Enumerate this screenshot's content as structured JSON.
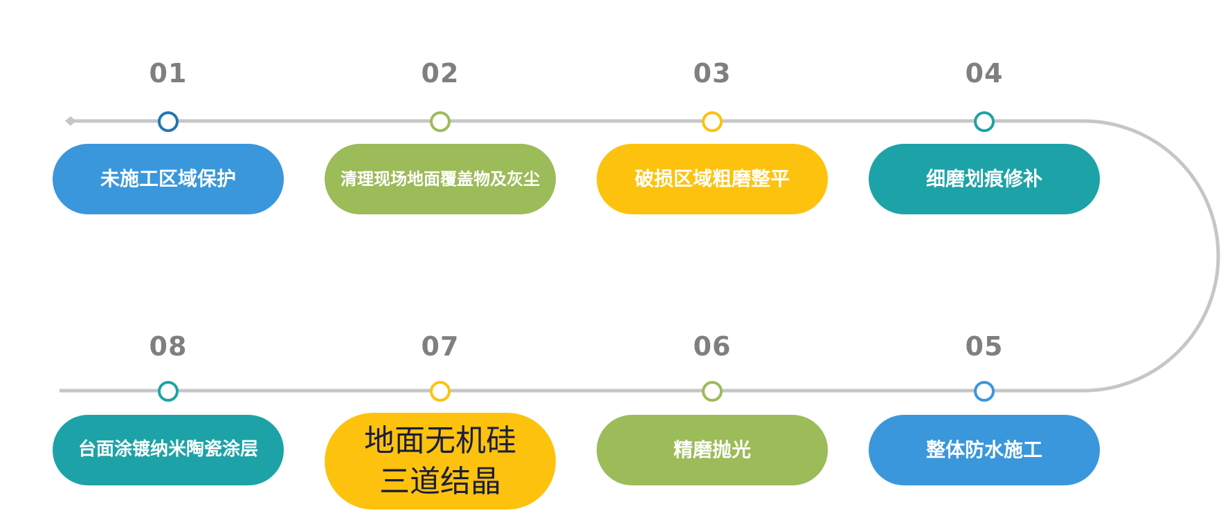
{
  "colors": {
    "blue": "#3a97dc",
    "green": "#9cbb59",
    "yellow": "#fdc20d",
    "teal": "#1da3a7",
    "dark_blue": "#2276b2",
    "track": "#c6c6c6",
    "number": "#7f7f7f"
  },
  "steps": [
    {
      "num": "01",
      "label": "未施工区域保护"
    },
    {
      "num": "02",
      "label": "清理现场地面覆盖物及灰尘"
    },
    {
      "num": "03",
      "label": "破损区域粗磨整平"
    },
    {
      "num": "04",
      "label": "细磨划痕修补"
    },
    {
      "num": "05",
      "label": "整体防水施工"
    },
    {
      "num": "06",
      "label": "精磨抛光"
    },
    {
      "num": "07",
      "label": "地面无机硅三道结晶"
    },
    {
      "num": "08",
      "label": "台面涂镀纳米陶瓷涂层"
    }
  ]
}
